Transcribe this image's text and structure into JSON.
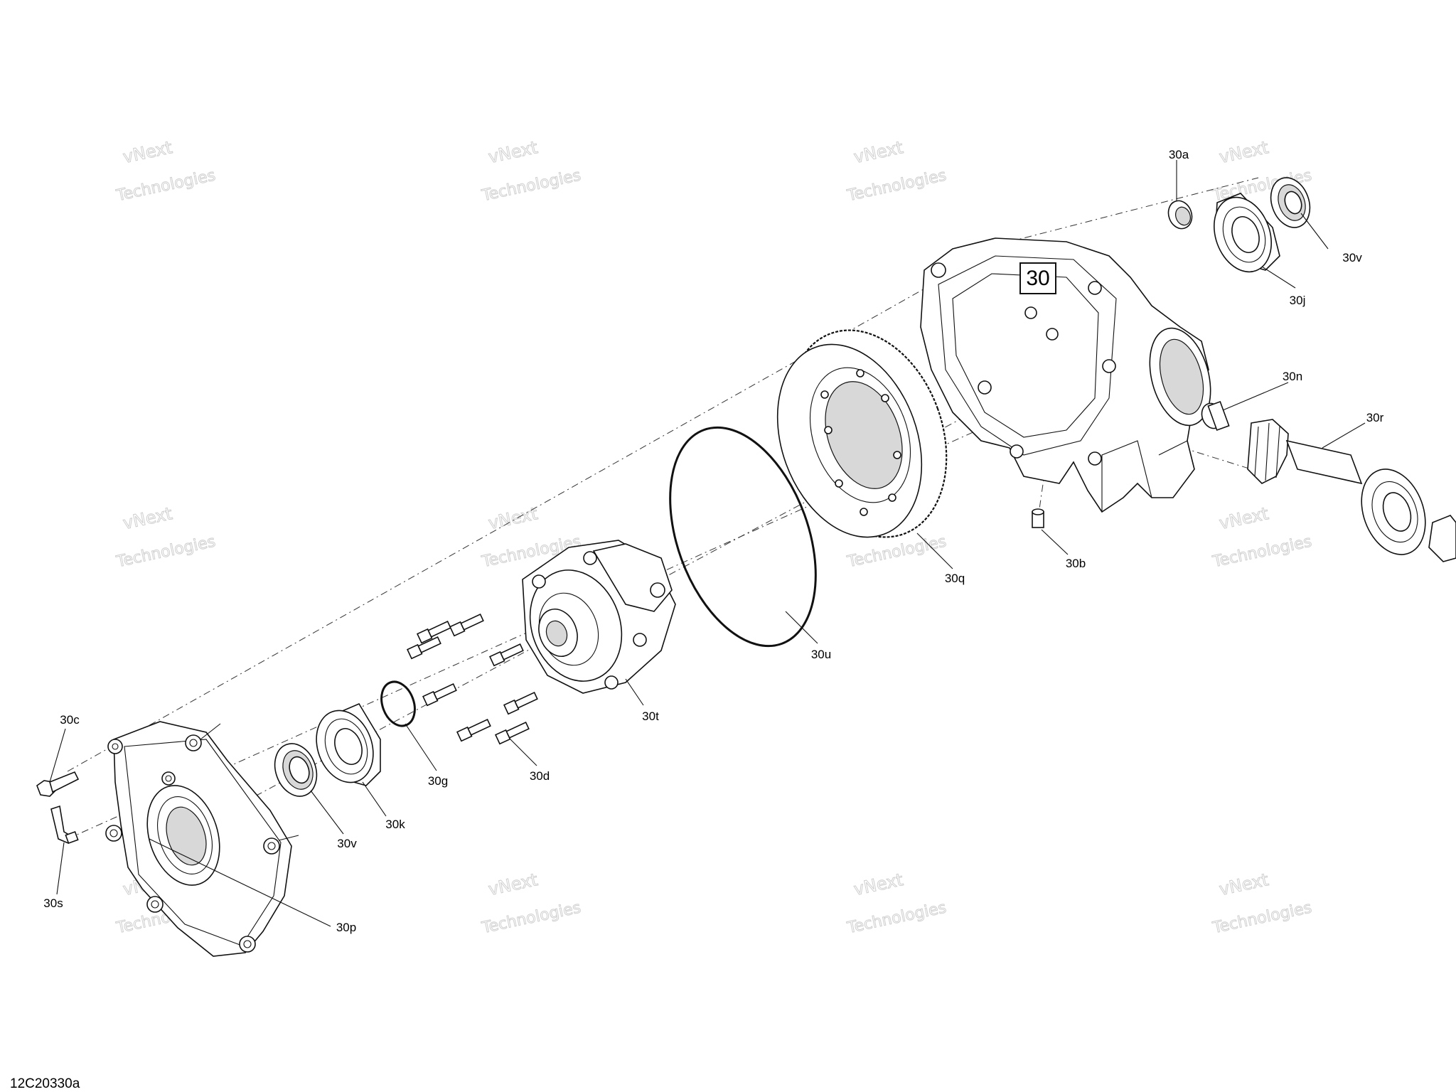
{
  "diagram": {
    "group_label": "30",
    "figure_code": "12C20330a",
    "watermark": {
      "line1": "vNext Technologies",
      "line2": "vNext",
      "line3": "Technologies"
    },
    "callouts": {
      "c30a": "30a",
      "c30b": "30b",
      "c30c": "30c",
      "c30d": "30d",
      "c30g": "30g",
      "c30j": "30j",
      "c30k": "30k",
      "c30n": "30n",
      "c30p": "30p",
      "c30q": "30q",
      "c30r": "30r",
      "c30s": "30s",
      "c30t": "30t",
      "c30u": "30u",
      "c30v_top": "30v",
      "c30v_bottom": "30v"
    }
  }
}
